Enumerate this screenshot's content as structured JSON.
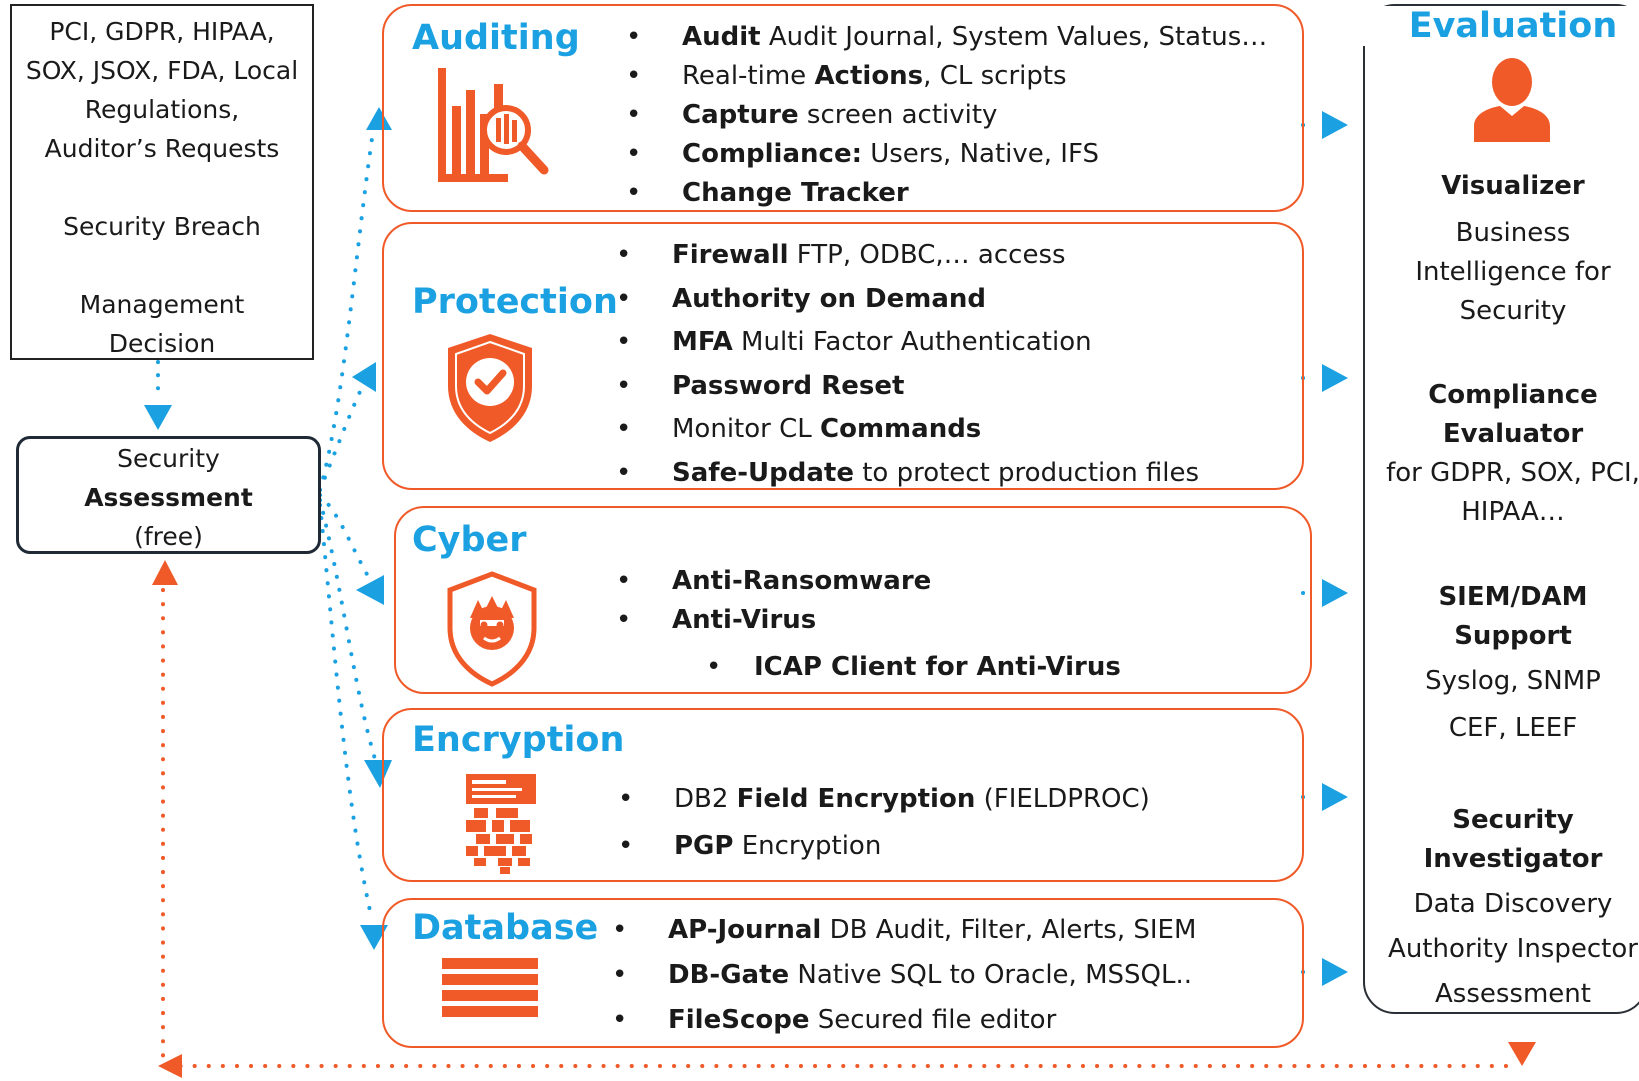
{
  "left_box": {
    "lines": [
      "PCI, GDPR, HIPAA,",
      "SOX, JSOX, FDA, Local",
      "Regulations,",
      "Auditor’s Requests"
    ],
    "breach": "Security Breach",
    "mgmt_1": "Management",
    "mgmt_2": "Decision"
  },
  "assessment": {
    "line1": "Security",
    "line2": "Assessment",
    "line3": "(free)"
  },
  "panels": {
    "auditing": {
      "title": "Auditing",
      "items": [
        {
          "b": "Audit",
          "t": " Audit Journal, System Values, Status…"
        },
        {
          "pre": "Real-time ",
          "b": "Actions",
          "t": ", CL scripts"
        },
        {
          "b": "Capture",
          "t": " screen activity"
        },
        {
          "b": "Compliance:",
          "t": " Users, Native, IFS"
        },
        {
          "b": "Change Tracker",
          "t": ""
        }
      ]
    },
    "protection": {
      "title": "Protection",
      "items": [
        {
          "b": "Firewall",
          "t": " FTP, ODBC,… access"
        },
        {
          "b": "Authority on Demand",
          "t": ""
        },
        {
          "b": "MFA",
          "t": " Multi Factor Authentication"
        },
        {
          "b": "Password Reset",
          "t": ""
        },
        {
          "pre": "Monitor CL ",
          "b": "Commands",
          "t": ""
        },
        {
          "b": "Safe-Update",
          "t": " to protect production files"
        }
      ]
    },
    "cyber": {
      "title": "Cyber",
      "items": [
        {
          "b": "Anti-Ransomware",
          "t": ""
        },
        {
          "b": "Anti-Virus",
          "t": ""
        },
        {
          "b": "ICAP Client for Anti-Virus",
          "t": ""
        }
      ]
    },
    "encryption": {
      "title": "Encryption",
      "items": [
        {
          "pre": "DB2 ",
          "b": "Field Encryption",
          "t": " (FIELDPROC)"
        },
        {
          "b": "PGP",
          "t": " Encryption"
        }
      ]
    },
    "database": {
      "title": "Database",
      "items": [
        {
          "b": "AP-Journal",
          "t": " DB Audit, Filter, Alerts, SIEM"
        },
        {
          "b": "DB-Gate",
          "t": " Native SQL to Oracle, MSSQL.."
        },
        {
          "b": "FileScope",
          "t": " Secured file editor"
        }
      ]
    }
  },
  "evaluation": {
    "title": "Evaluation",
    "visualizer": "Visualizer",
    "visualizer_desc": [
      "Business",
      "Intelligence for",
      "Security"
    ],
    "compliance": [
      "Compliance",
      "Evaluator"
    ],
    "compliance_desc": [
      "for GDPR, SOX, PCI,",
      "HIPAA…"
    ],
    "siem": [
      "SIEM/DAM",
      "Support"
    ],
    "siem_desc": [
      "Syslog, SNMP",
      "CEF, LEEF"
    ],
    "investigator": [
      "Security",
      "Investigator"
    ],
    "investigator_desc": [
      "Data Discovery",
      "Authority Inspector",
      "Assessment"
    ]
  },
  "colors": {
    "accent_orange": "#f05a28",
    "accent_blue": "#1ba1e2",
    "dark": "#1f2a36"
  },
  "icons": {
    "auditing": "chart-magnifier-icon",
    "protection": "shield-check-icon",
    "cyber": "shield-hacker-icon",
    "encryption": "encrypted-pixels-icon",
    "database": "database-stack-icon",
    "evaluation": "person-icon"
  }
}
